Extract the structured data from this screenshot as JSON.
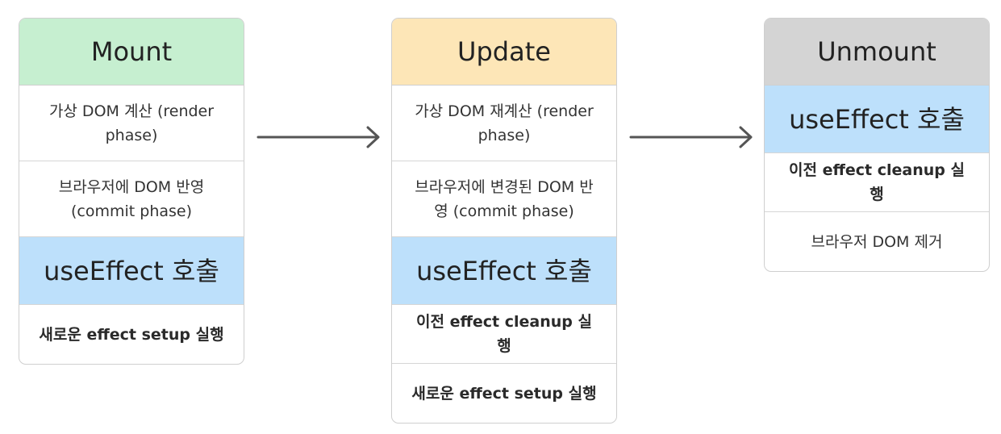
{
  "columns": [
    {
      "title": "Mount",
      "header_color": "#c6efd0",
      "rows": [
        {
          "text": "가상 DOM 계산 (render phase)",
          "style": "tall"
        },
        {
          "text": "브라우저에 DOM 반영 (commit phase)",
          "style": "tall"
        },
        {
          "text": "useEffect 호출",
          "style": "hl"
        },
        {
          "text": "새로운 effect setup 실행",
          "style": "bold"
        }
      ]
    },
    {
      "title": "Update",
      "header_color": "#fde6b7",
      "rows": [
        {
          "text": "가상 DOM 재계산 (render phase)",
          "style": "tall"
        },
        {
          "text": "브라우저에 변경된 DOM 반영 (commit phase)",
          "style": "tall"
        },
        {
          "text": "useEffect 호출",
          "style": "hl"
        },
        {
          "text": "이전 effect cleanup 실행",
          "style": "bold"
        },
        {
          "text": "새로운 effect setup 실행",
          "style": "bold"
        }
      ]
    },
    {
      "title": "Unmount",
      "header_color": "#d4d4d4",
      "rows": [
        {
          "text": "useEffect 호출",
          "style": "hl"
        },
        {
          "text": "이전 effect cleanup 실행",
          "style": "bold"
        },
        {
          "text": "브라우저 DOM 제거",
          "style": "plain"
        }
      ]
    }
  ],
  "colors": {
    "highlight": "#bde0fb",
    "arrow": "#555555",
    "border": "#cfcfcf"
  }
}
